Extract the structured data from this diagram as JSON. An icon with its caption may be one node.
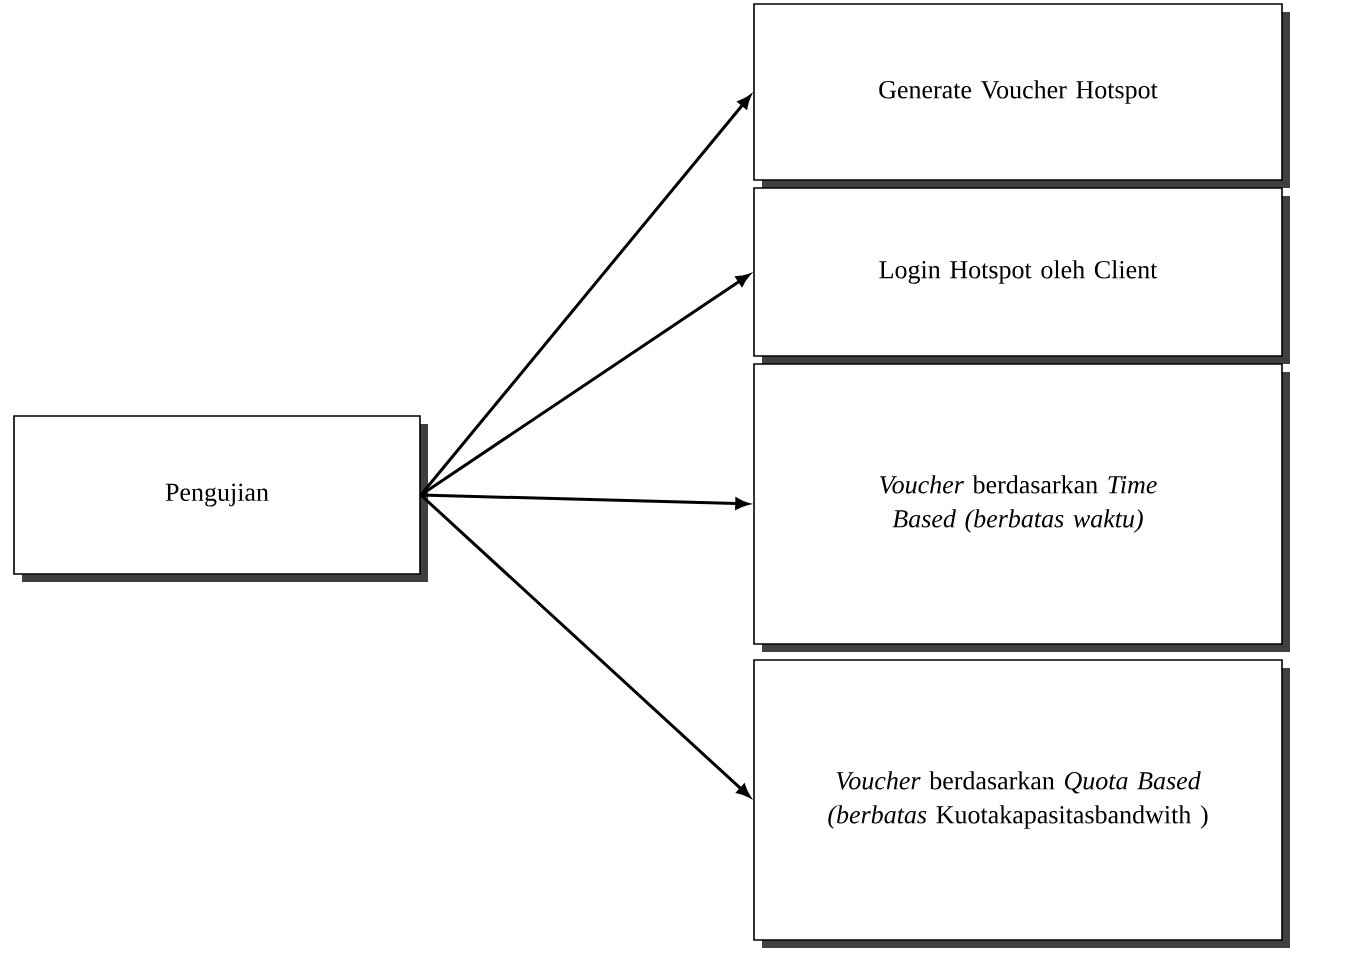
{
  "diagram": {
    "nodes": [
      {
        "text": [
          "Pengujian"
        ]
      },
      {
        "text": [
          "Generate Voucher Hotspot"
        ]
      },
      {
        "text": [
          "Login Hotspot oleh Client"
        ]
      },
      {
        "text": [
          "*Voucher* berdasarkan *Time Based (berbatas waktu)*"
        ]
      },
      {
        "text": [
          "*Voucher* berdasarkan *Quota Based (berbatas* Kuotakapasitasbandwith )"
        ]
      }
    ],
    "edges": [
      {
        "from": 0,
        "to": 1,
        "arrow": "to"
      },
      {
        "from": 0,
        "to": 2,
        "arrow": "to"
      },
      {
        "from": 0,
        "to": 3,
        "arrow": "to"
      },
      {
        "from": 0,
        "to": 4,
        "arrow": "to"
      }
    ]
  }
}
